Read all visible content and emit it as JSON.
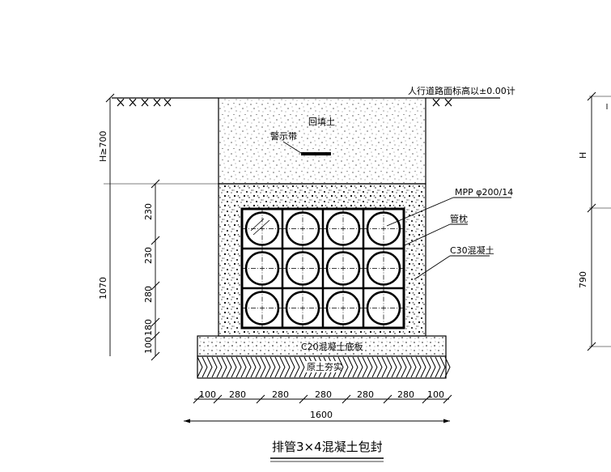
{
  "drawing": {
    "title": "排管3×4混凝土包封",
    "ground_level_label": "人行道路面标高以±0.00计",
    "backfill_label": "回填土",
    "warning_tape_label": "警示带",
    "pipe_label": "MPP φ200/14",
    "pipe_spacer_label": "管枕",
    "encasement_label": "C30混凝土",
    "base_slab_label": "C20混凝土底板",
    "subgrade_label": "原土夯实",
    "cover_depth_label": "H≥700",
    "right_dim_H": "H",
    "right_dim_790": "790",
    "total_height_label": "1070",
    "vertical_dims": [
      "230",
      "230",
      "280",
      "180",
      "100"
    ],
    "bottom_dims": [
      "100",
      "280",
      "280",
      "280",
      "280",
      "280",
      "100"
    ],
    "total_width_label": "1600",
    "pipe_rows": 3,
    "pipe_cols": 4
  }
}
